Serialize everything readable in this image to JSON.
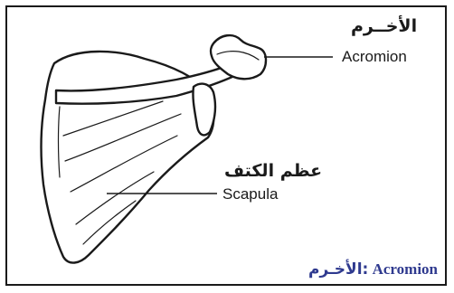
{
  "labels": {
    "acromion_ar": "الأخــرم",
    "acromion_en": "Acromion",
    "scapula_ar": "عظم الكتف",
    "scapula_en": "Scapula"
  },
  "caption": {
    "arabic": "الأخـرم:",
    "english": "Acromion"
  },
  "colors": {
    "caption_text": "#2f3a8f",
    "line_art": "#1a1a1a",
    "border": "#1a1a1a"
  }
}
